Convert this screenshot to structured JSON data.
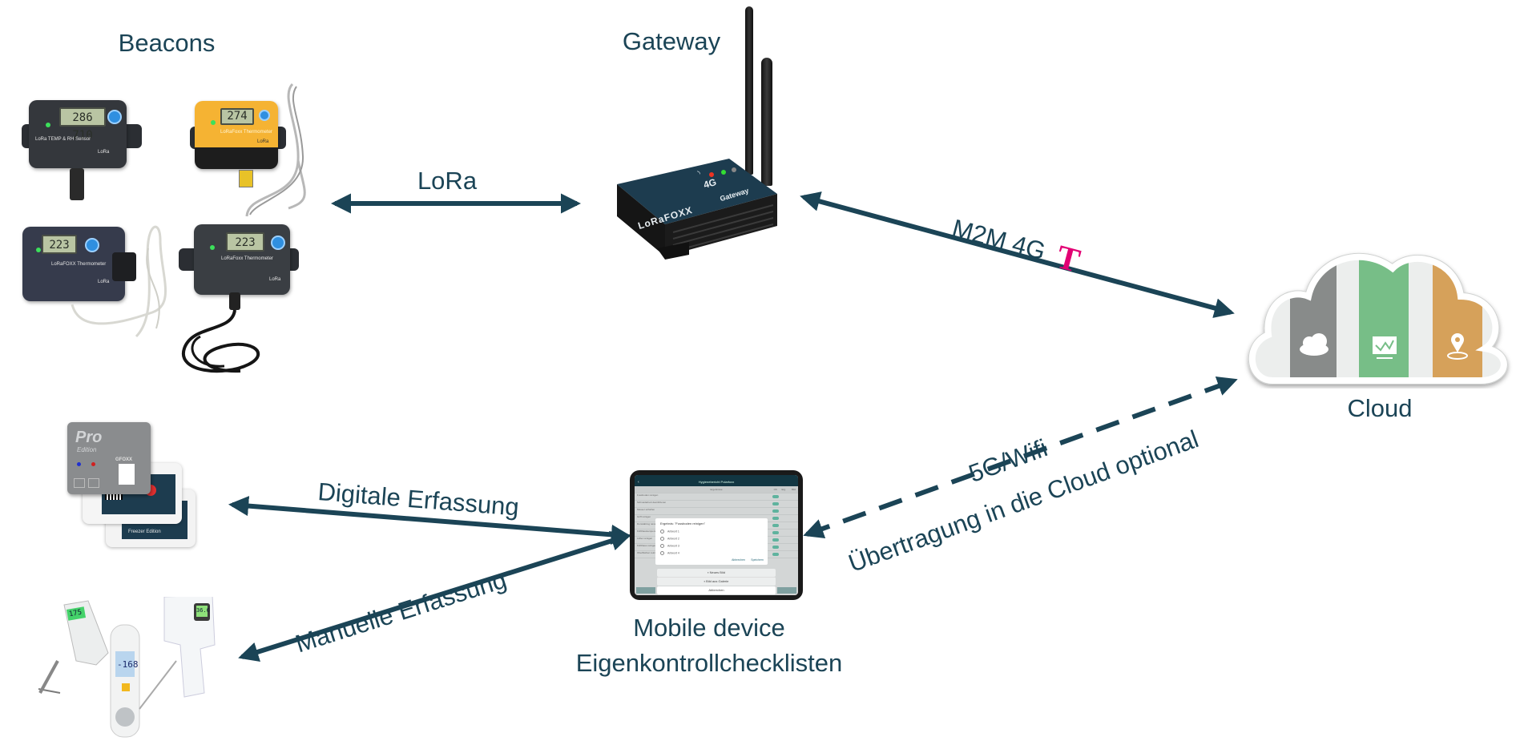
{
  "diagram": {
    "colors": {
      "primary": "#1b4456",
      "telekom": "#e20074",
      "cloud_gray": "#888b8a",
      "cloud_green": "#77be87",
      "cloud_orange": "#d6a15a",
      "cloud_light": "#eceeed"
    },
    "nodes": {
      "beacons": {
        "title": "Beacons",
        "devices": [
          {
            "name": "LoRa TEMP & RH Sensor",
            "display": "286 710",
            "brand_mark": "LoRa"
          },
          {
            "name": "LoRaFoxx Thermometer",
            "display": "274",
            "brand_mark": "LoRa"
          },
          {
            "name": "LoRaFOXX Thermometer",
            "display": "223",
            "brand_mark": "LoRa"
          },
          {
            "name": "LoRaFoxx Thermometer",
            "display": "223",
            "brand_mark": "LoRa"
          }
        ]
      },
      "gateway": {
        "title": "Gateway",
        "brand": "LoRaFOXX",
        "badge": "4G",
        "subtitle": "Gateway"
      },
      "cloud": {
        "title": "Cloud",
        "icons": [
          "cloud-icon",
          "chart-monitor-icon",
          "location-pin-icon"
        ]
      },
      "digital_devices": {
        "brand": "GFOXX",
        "edition_top": "Pro",
        "edition_sub": "Edition",
        "freezer_label": "Freezer Edition"
      },
      "manual_devices": {
        "displays": [
          "175",
          "-168",
          "36.6"
        ]
      },
      "mobile": {
        "title_line1": "Mobile device",
        "title_line2": "Eigenkontrollchecklisten",
        "screen": {
          "app_title": "Hygienebericht Polarfoxx",
          "column_header": "Ergebnisse",
          "columns": [
            "OK",
            "Erg.",
            "Bild"
          ],
          "rows": [
            "Fussboden reinigen",
            "Schneidebrett desinfizieren",
            "Messer schärfen",
            "Griff reinigen",
            "Dunstabzug reinigen",
            "Kühlhaustemperatur prüfen",
            "Lüfter reinigen",
            "Kühlhaus reinigen",
            "Oberflächen reinigen"
          ],
          "modal_title": "Ergebnis: \"Fussboden reinigen\"",
          "modal_options": [
            "Antwort 1",
            "Antwort 2",
            "Antwort 3",
            "Antwort 4"
          ],
          "modal_cancel": "Abbrechen",
          "modal_save": "Speichern",
          "sheet_new_photo": "Neues Bild",
          "sheet_gallery": "Bild aus Galerie",
          "sheet_cancel": "Abbrechen"
        }
      }
    },
    "links": {
      "lora": {
        "label": "LoRa",
        "style": "solid",
        "direction": "both"
      },
      "m2m": {
        "label": "M2M 4G",
        "carrier_logo": "T",
        "style": "solid",
        "direction": "both"
      },
      "wifi": {
        "label_top": "5G/Wifi",
        "label_bottom": "Übertragung in die Cloud optional",
        "style": "dashed",
        "direction": "both"
      },
      "digital": {
        "label": "Digitale Erfassung",
        "style": "solid",
        "direction": "both"
      },
      "manual": {
        "label": "Manuelle Erfassung",
        "style": "solid",
        "direction": "both"
      }
    }
  }
}
